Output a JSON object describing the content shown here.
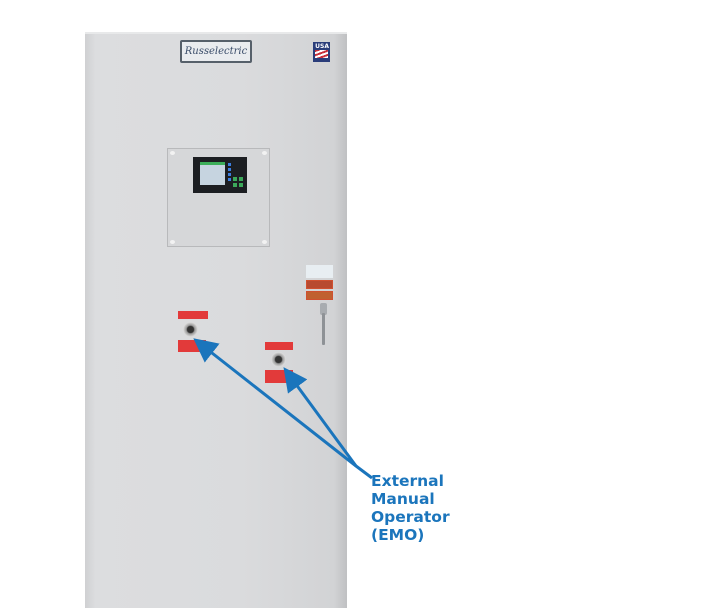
{
  "cabinet": {
    "brand_plaque": "Russelectric",
    "badge": "USA"
  },
  "annotation": {
    "lines": [
      "External",
      "Manual",
      "Operator",
      "(EMO)"
    ],
    "color": "#1b75bc"
  }
}
